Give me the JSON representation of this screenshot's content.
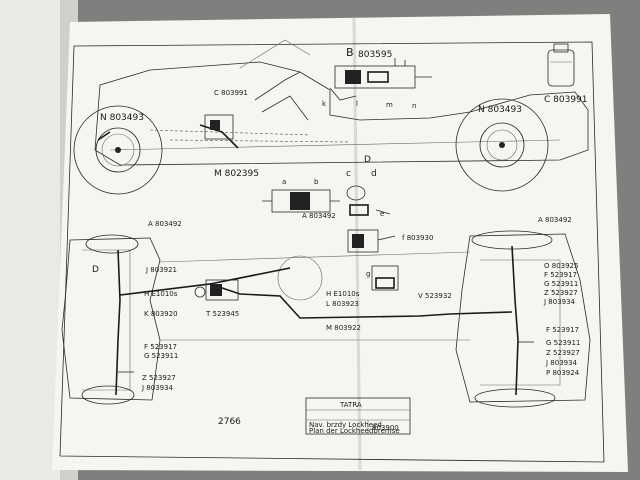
{
  "top_view": {
    "labels": {
      "b_main": "B",
      "b_code": "803595",
      "c_small": "C 803991",
      "c_right": "C 803991",
      "n_left": "N 803493",
      "n_right": "N 803493",
      "m_bottom": "M 802395",
      "parts": [
        "k",
        "l",
        "m",
        "n"
      ]
    }
  },
  "middle": {
    "labels": {
      "a": "a",
      "b": "b",
      "a_code": "A 803492",
      "c": "c",
      "d": "d",
      "D": "D",
      "e": "e",
      "f": "f 803930",
      "g": "g"
    }
  },
  "bottom_view": {
    "left_labels": [
      "A 803492",
      "D",
      "J 803921",
      "H E1010s",
      "K 803920",
      "F 523917",
      "G 523911",
      "Z 523927",
      "J 803934"
    ],
    "center_labels": [
      "T 523945",
      "H E1010s",
      "L 803923",
      "M 803922",
      "V 523932"
    ],
    "right_labels": [
      "A 803492",
      "O 803925",
      "F 523917",
      "G 523911",
      "Z 523927",
      "J 803934",
      "F 523917",
      "G 523911",
      "Z 523927",
      "J 803934",
      "P 803924"
    ]
  },
  "page_number": "2766",
  "title_block": {
    "brand": "TATRA",
    "row1": "Nav. brzdy Lockheed",
    "row2": "Plan der Lockheedbremse",
    "code": "803900"
  }
}
